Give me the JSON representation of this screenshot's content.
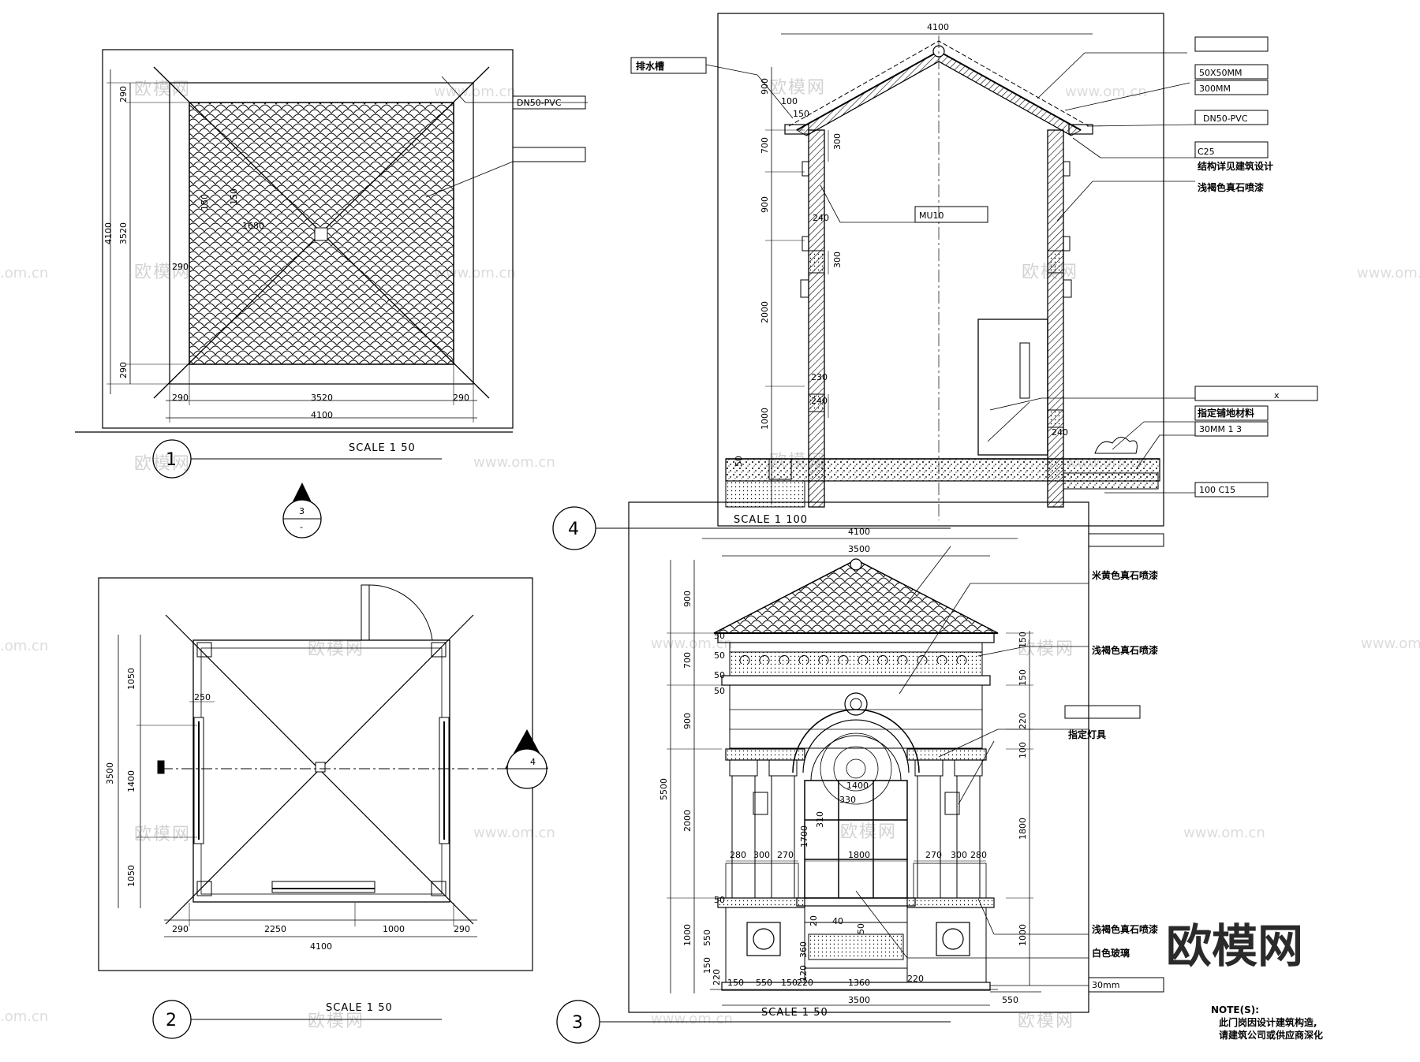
{
  "watermark": {
    "text": "欧模网",
    "url": "www.om.cn",
    "tail": ".om.cn"
  },
  "logo": "欧模网",
  "notes": {
    "title": "NOTE(S):",
    "line1": "此门岗因设计建筑构造,",
    "line2": "请建筑公司或供应商深化"
  },
  "plan1": {
    "number": "1",
    "scale": "SCALE 1 50",
    "pipe": "DN50-PVC",
    "dims": {
      "overall": "4100",
      "inner": "3520",
      "side": "290",
      "d150": "150",
      "d1680": "1680"
    }
  },
  "plan2": {
    "number": "2",
    "scale": "SCALE 1 50",
    "dims": {
      "overall": "4100",
      "depth": "3500",
      "a": "1050",
      "b": "1400",
      "c": "1050",
      "w1": "290",
      "w2": "2250",
      "w3": "1000",
      "w4": "290",
      "wall": "250"
    }
  },
  "section_markers": {
    "m3_top": "3",
    "m3_bottom": "-",
    "m4": "4"
  },
  "section4": {
    "number": "4",
    "scale": "SCALE 1 100",
    "width": "4100",
    "heights": [
      "900",
      "700",
      "900",
      "2000",
      "1000"
    ],
    "small_dims": [
      "100",
      "150",
      "300",
      "240",
      "300",
      "230",
      "240",
      "240",
      "50"
    ],
    "labels": {
      "gutter": "排水槽",
      "l1": "50X50MM",
      "l2": "300MM",
      "pipe": "DN50-PVC",
      "c25": "C25",
      "struct": "结构详见建筑设计",
      "paint": "浅褐色真石喷漆",
      "mu10": "MU10",
      "floor": "指定铺地材料",
      "mortar": "30MM 1 3",
      "conc": "100 C15",
      "x": "x"
    }
  },
  "elev3": {
    "number": "3",
    "scale": "SCALE 1 50",
    "width": "4100",
    "inner": "3500",
    "base": "550",
    "height_total": "5500",
    "heights_left": [
      "900",
      "700",
      "900",
      "2000",
      "1000"
    ],
    "heights_right": [
      "150",
      "150",
      "220",
      "100",
      "1800",
      "1000"
    ],
    "small_left": [
      "50",
      "50",
      "50",
      "50",
      "50",
      "550",
      "150",
      "220"
    ],
    "bottom_dims": [
      "150",
      "550",
      "150",
      "220",
      "1360",
      "220"
    ],
    "col_dims_left": [
      "280",
      "300",
      "270"
    ],
    "col_dims_right": [
      "270",
      "300",
      "280"
    ],
    "window_dims": {
      "arc": "1400",
      "w": "330",
      "h310": "310",
      "h1700": "1700",
      "w1800": "1800",
      "w40": "40",
      "d50": "50",
      "d360": "360",
      "d120": "120",
      "d20": "20"
    },
    "labels": {
      "beige": "米黄色真石喷漆",
      "brown1": "浅褐色真石喷漆",
      "lamp": "指定灯具",
      "brown2": "浅褐色真石喷漆",
      "glass": "白色玻璃",
      "thick": "30mm"
    }
  }
}
